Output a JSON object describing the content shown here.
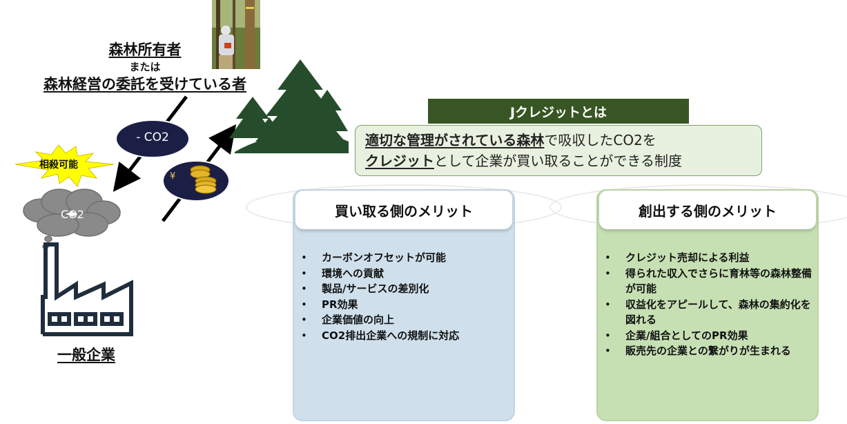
{
  "owner": {
    "title": "森林所有者",
    "or": "または",
    "subtitle": "森林経営の委託を受けている者"
  },
  "flow": {
    "co2_reduction": "- CO2",
    "offset_badge": "相殺可能",
    "cloud": "CO2",
    "yen": "¥"
  },
  "company": {
    "label": "一般企業"
  },
  "jcredit": {
    "header": "Jクレジットとは",
    "line1_emph": "適切な管理がされている森林",
    "line1_rest": "で吸収したCO2を",
    "line2_emph": "クレジット",
    "line2_rest": "として企業が買い取ることができる制度"
  },
  "buyer": {
    "title": "買い取る側のメリット",
    "items": [
      "カーボンオフセットが可能",
      "環境への貢献",
      "製品/サービスの差別化",
      "PR効果",
      "企業価値の向上",
      "CO2排出企業への規制に対応"
    ]
  },
  "creator": {
    "title": "創出する側のメリット",
    "items": [
      "クレジット売却による利益",
      "得られた収入でさらに育林等の森林整備が可能",
      "収益化をアピールして、森林の集約化を図れる",
      "企業/組合としてのPR効果",
      "販売先の企業との繋がりが生まれる"
    ]
  },
  "colors": {
    "forest": "#264d2b",
    "header_green": "#375623",
    "oval_navy": "#1b1f45",
    "buyer_panel": "#cfe0ec",
    "creator_panel": "#c6e0b4",
    "burst": "#ffff00",
    "cloud": "#8a8a8a",
    "factory": "#1f2d3d"
  }
}
